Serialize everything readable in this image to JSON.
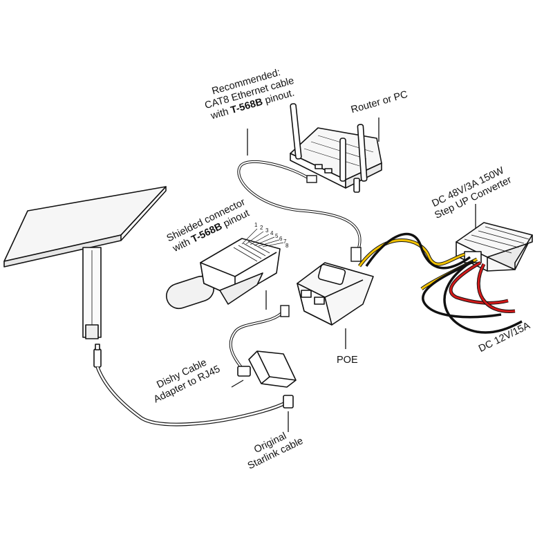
{
  "labels": {
    "cat8": {
      "line1": "Recommended:",
      "line2": "CAT8 Ethernet cable",
      "line3_prefix": "with ",
      "line3_bold": "T-568B",
      "line3_suffix": " pinout."
    },
    "router": "Router or PC",
    "converter": {
      "line1": "DC 48V/3A 150W",
      "line2": "Step UP Converter"
    },
    "shielded": {
      "line1": "Shielded connector",
      "line2_prefix": "with ",
      "line2_bold": "T-568B",
      "line2_suffix": " pinout"
    },
    "pin_numbers": [
      "1",
      "2",
      "3",
      "4",
      "5",
      "6",
      "7",
      "8"
    ],
    "dc_input": "DC 12V/15A",
    "poe": "POE",
    "adapter": {
      "line1": "Dishy Cable",
      "line2": "Adapter to RJ45"
    },
    "original": {
      "line1": "Original",
      "line2": "Starlink cable"
    }
  },
  "colors": {
    "outline": "#111111",
    "wire_yellow": "#f2c200",
    "wire_red": "#d11a1a",
    "wire_black": "#111111",
    "fill_light": "#f4f4f4"
  }
}
